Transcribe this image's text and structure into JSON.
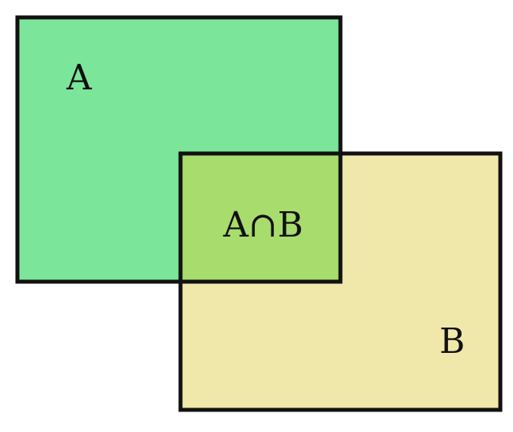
{
  "diagram": {
    "type": "venn-rectangles",
    "sets": [
      {
        "id": "A",
        "label": "A",
        "fill": "#7be69a"
      },
      {
        "id": "B",
        "label": "B",
        "fill": "#f0e8aa"
      }
    ],
    "intersection": {
      "label": "A∩B",
      "fill": "#a8dc6c"
    },
    "stroke_color": "#111111"
  }
}
